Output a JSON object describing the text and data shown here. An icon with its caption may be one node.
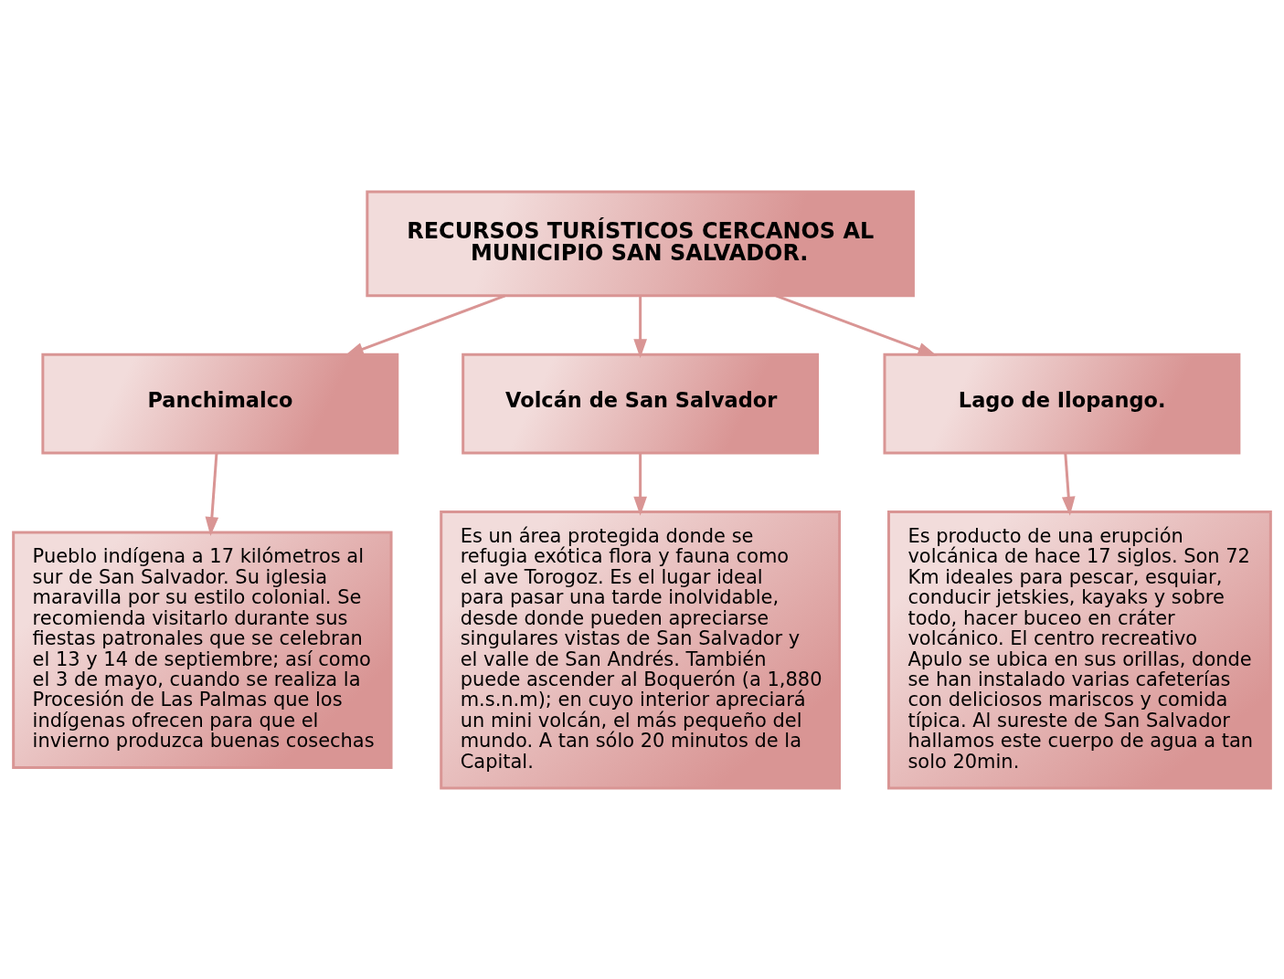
{
  "diagram": {
    "nodes": [
      {
        "text": [
          "RECURSOS TURÍSTICOS CERCANOS AL MUNICIPIO SAN SALVADOR."
        ]
      },
      {
        "text": [
          "Panchimalco"
        ]
      },
      {
        "text": [
          "Volcán de San Salvador"
        ]
      },
      {
        "text": [
          "Lago de Ilopango."
        ]
      },
      {
        "text": [
          "Pueblo indígena a 17 kilómetros al sur de San Salvador. Su iglesia maravilla por su estilo colonial. Se recomienda visitarlo durante sus fiestas patronales que se celebran el 13 y 14 de septiembre; así como el 3 de mayo, cuando se realiza la Procesión de Las Palmas que los indígenas ofrecen para que el invierno produzca buenas cosechas"
        ]
      },
      {
        "text": [
          "Es un área protegida donde se refugia exótica flora y fauna como el ave Torogoz. Es el lugar ideal para pasar una tarde inolvidable, desde donde pueden apreciarse singulares vistas de San Salvador y el valle de San Andrés. También puede ascender al Boquerón (a 1,880 m.s.n.m); en cuyo interior apreciará un mini volcán, el más pequeño del mundo. A tan sólo 20 minutos de la Capital."
        ]
      },
      {
        "text": [
          "Es producto de una erupción volcánica de hace 17 siglos. Son 72 Km ideales para pescar, esquiar, conducir jetskies, kayaks y sobre todo, hacer buceo en cráter volcánico. El centro recreativo Apulo se ubica en sus orillas, donde se han instalado varias cafeterías con deliciosos mariscos y comida típica. Al sureste de San Salvador hallamos este cuerpo de agua a tan solo 20min."
        ]
      }
    ],
    "edges": [
      {
        "from": 0,
        "to": 1,
        "arrow": "to"
      },
      {
        "from": 0,
        "to": 2,
        "arrow": "to"
      },
      {
        "from": 0,
        "to": 3,
        "arrow": "to"
      },
      {
        "from": 1,
        "to": 4,
        "arrow": "to"
      },
      {
        "from": 2,
        "to": 5,
        "arrow": "to"
      },
      {
        "from": 3,
        "to": 6,
        "arrow": "to"
      }
    ]
  }
}
